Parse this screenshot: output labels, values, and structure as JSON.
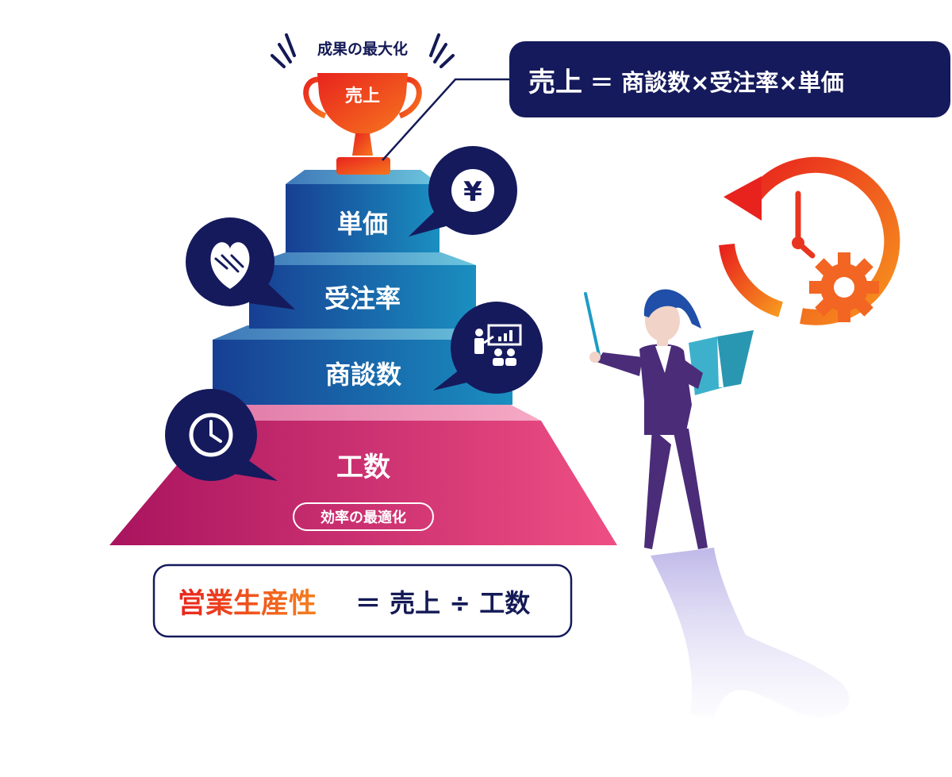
{
  "trophy": {
    "caption": "成果の最大化",
    "label": "売上"
  },
  "sales_formula": {
    "lhs": "売上",
    "rhs": "＝ 商談数×受注率×単価"
  },
  "pyramid": {
    "steps": [
      {
        "label": "単価",
        "icon": "yen-icon"
      },
      {
        "label": "受注率",
        "icon": "handshake-heart-icon"
      },
      {
        "label": "商談数",
        "icon": "presentation-icon"
      },
      {
        "label": "工数",
        "icon": "clock-icon"
      }
    ],
    "base_pill": "効率の最適化"
  },
  "productivity_formula": {
    "lhs": "営業生産性",
    "rhs": "＝ 売上 ÷ 工数"
  },
  "decor": {
    "cycle_icon": "clock-cycle-gear-icon",
    "figure": "businesswoman-with-pointer-and-book"
  },
  "colors": {
    "navy": "#151a5c",
    "blue_step": "#1c6fae",
    "pink_base": "#d93a7a",
    "accent_red": "#e8351f",
    "accent_orange": "#f5801e"
  }
}
